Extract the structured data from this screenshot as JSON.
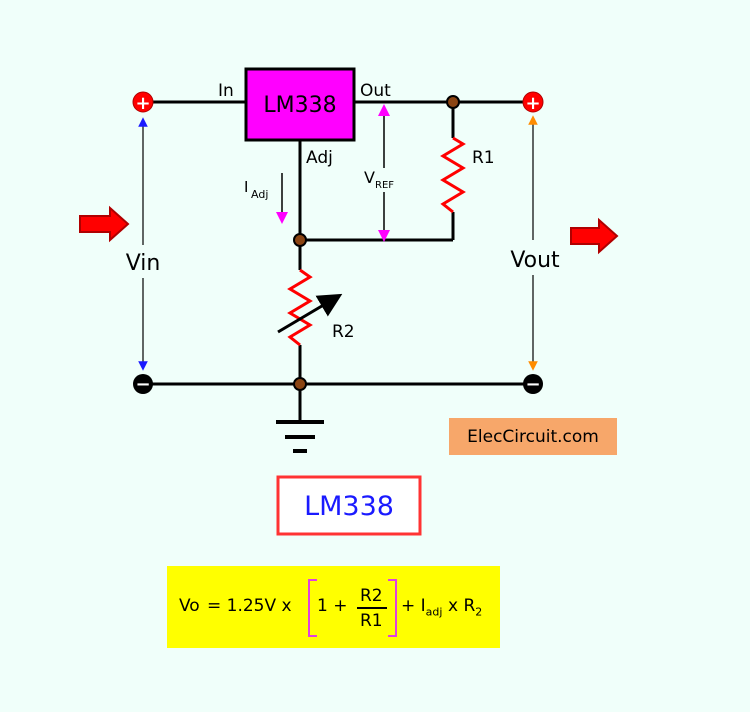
{
  "diagram": {
    "regulator_label": "LM338",
    "pin_in": "In",
    "pin_out": "Out",
    "pin_adj": "Adj",
    "iadj_main": "I",
    "iadj_sub": "Adj",
    "vref_main": "V",
    "vref_sub": "REF",
    "r1_label": "R1",
    "r2_label": "R2",
    "vin_label": "Vin",
    "vout_label": "Vout",
    "plus_symbol": "+",
    "minus_symbol": "−"
  },
  "watermark": {
    "text": "ElecCircuit.com"
  },
  "title_box": {
    "text": "LM338"
  },
  "formula": {
    "lhs": "Vo",
    "eq": "= 1.25V x",
    "one_plus": "1 +",
    "numerator": "R2",
    "denominator": "R1",
    "plus": "+ I",
    "adj_sub": "adj",
    "times_r": "x R",
    "r_sub": "2"
  },
  "colors": {
    "background": "#f0fffa",
    "regulator_fill": "#ff00ff",
    "resistor": "#ff0000",
    "node": "#8b4513",
    "vin_arrow": "#1a1aff",
    "vout_arrow": "#ff8c00",
    "vref_arrow": "#ff00ff",
    "watermark_bg": "#f7a76a",
    "title_border": "#ff3333",
    "title_text": "#1a1aff",
    "formula_bg": "#ffff00",
    "bracket": "#e040e0"
  }
}
